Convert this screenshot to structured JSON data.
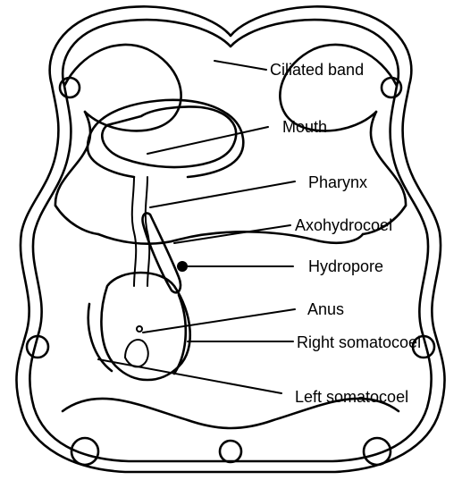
{
  "labels": {
    "ciliated_band": "Ciliated band",
    "mouth": "Mouth",
    "pharynx": "Pharynx",
    "axohydrocoel": "Axohydrocoel",
    "hydropore": "Hydropore",
    "anus": "Anus",
    "right_somatocoel": "Right somatocoel",
    "left_somatocoel": "Left somatocoel"
  }
}
